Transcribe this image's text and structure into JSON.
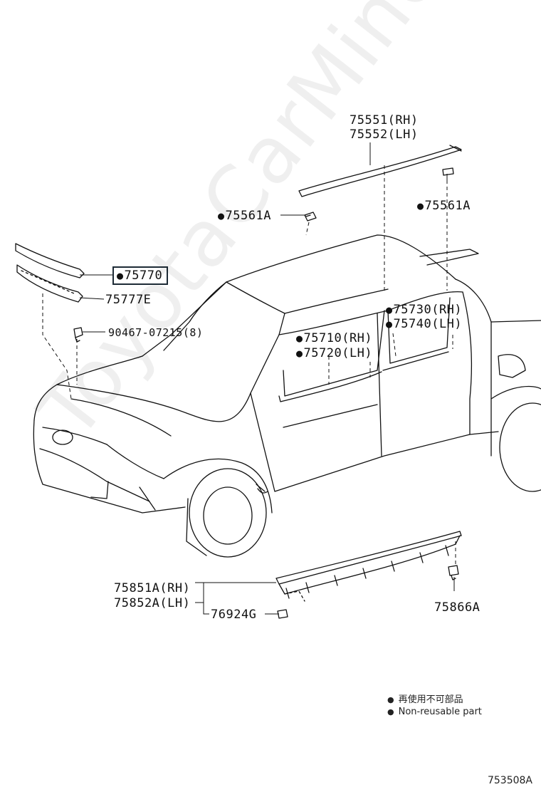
{
  "watermark": "ToyotaCarMine.ru",
  "callouts": {
    "p75551": "75551(RH)",
    "p75552": "75552(LH)",
    "p75561a_left": "75561A",
    "p75561a_right": "75561A",
    "p75770": "75770",
    "p75777e": "75777E",
    "p90467": "90467-07215(8)",
    "p75730": "75730(RH)",
    "p75740": "75740(LH)",
    "p75710": "75710(RH)",
    "p75720": "75720(LH)",
    "p75851a": "75851A(RH)",
    "p75852a": "75852A(LH)",
    "p76924g": "76924G",
    "p75866a": "75866A"
  },
  "legend": {
    "jp": "再使用不可部品",
    "en": "Non-reusable part"
  },
  "diagram_code": "753508A"
}
